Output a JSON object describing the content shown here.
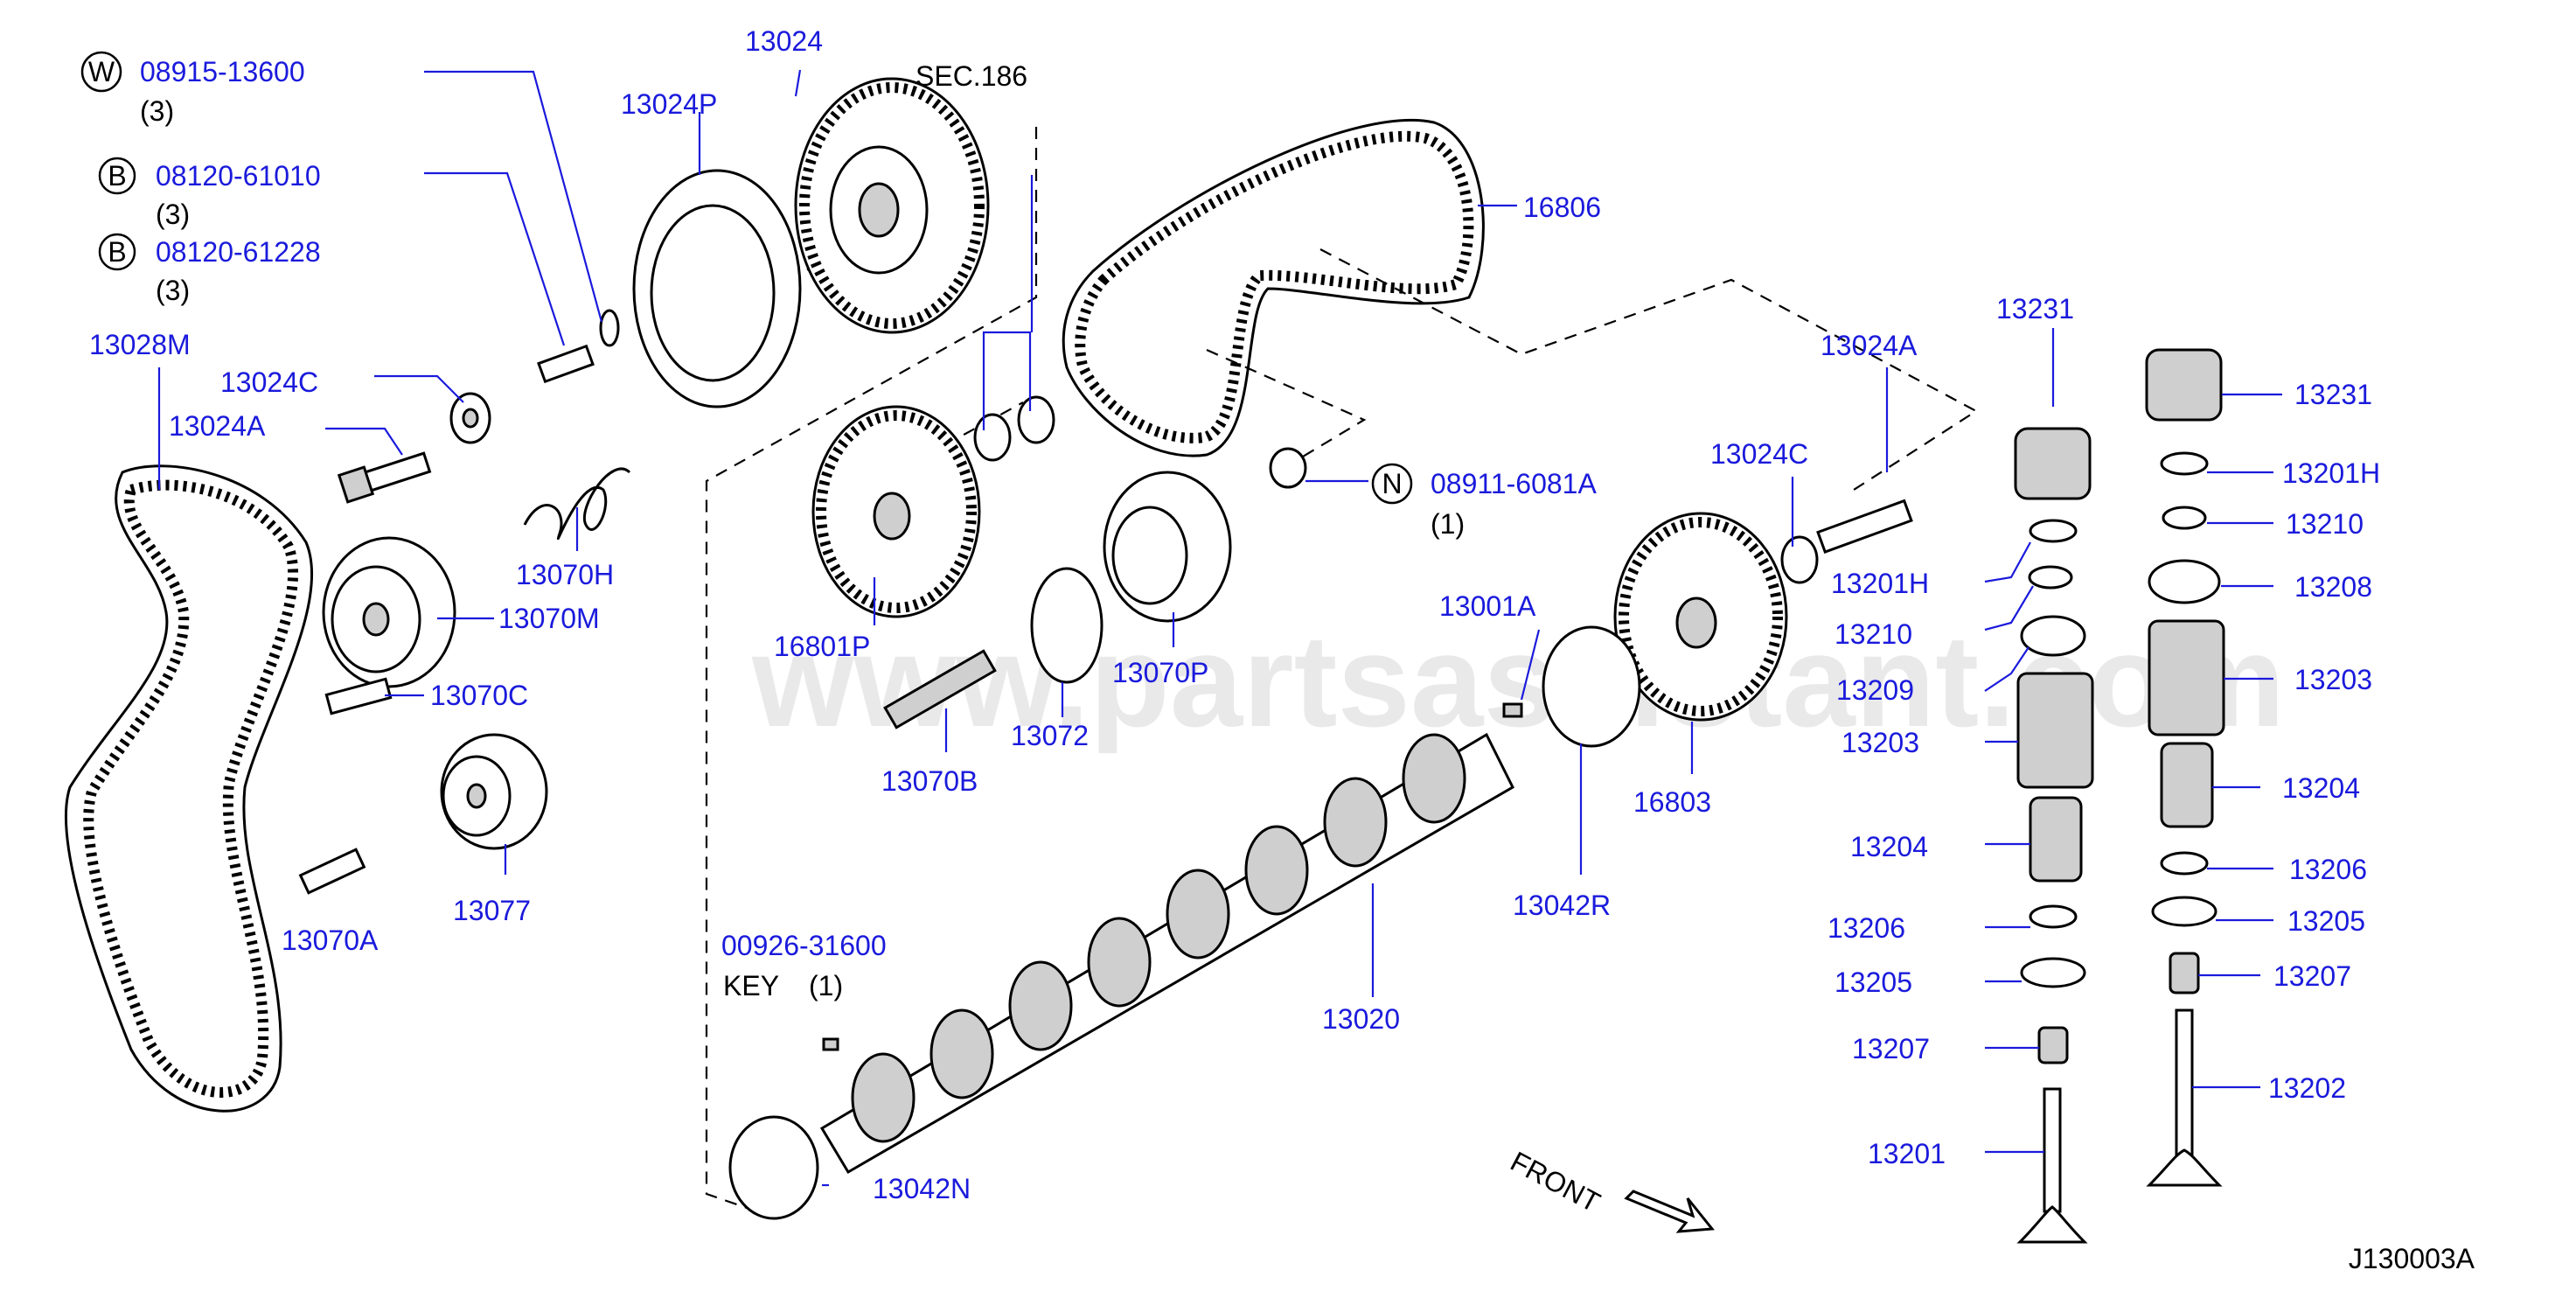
{
  "watermark": "www.partsassistant.com",
  "diagram_id": "J130003A",
  "front_label": "FRONT",
  "sec_ref": "SEC.186",
  "key_label": "KEY",
  "callouts": {
    "w_code": "W",
    "w_part": "08915-13600",
    "w_qty": "(3)",
    "b1_code": "B",
    "b1_part": "08120-61010",
    "b1_qty": "(3)",
    "b2_code": "B",
    "b2_part": "08120-61228",
    "b2_qty": "(3)",
    "n_code": "N",
    "n_part": "08911-6081A",
    "n_qty": "(1)",
    "key_part": "00926-31600",
    "key_qty": "(1)"
  },
  "parts": {
    "p13024": "13024",
    "p13024P": "13024P",
    "p13028M": "13028M",
    "p13024C_left": "13024C",
    "p13024A_left": "13024A",
    "p13070H": "13070H",
    "p13070M": "13070M",
    "p13070C": "13070C",
    "p13077": "13077",
    "p13070A": "13070A",
    "p16806": "16806",
    "p16801P": "16801P",
    "p13070B": "13070B",
    "p13072": "13072",
    "p13070P": "13070P",
    "p13001A": "13001A",
    "p13024A_right": "13024A",
    "p13024C_right": "13024C",
    "p16803": "16803",
    "p13042R": "13042R",
    "p13020": "13020",
    "p13042N": "13042N",
    "l13231": "13231",
    "l13201H": "13201H",
    "l13210": "13210",
    "l13209": "13209",
    "l13203": "13203",
    "l13204": "13204",
    "l13206": "13206",
    "l13205": "13205",
    "l13207": "13207",
    "l13201": "13201",
    "r13231": "13231",
    "r13201H": "13201H",
    "r13210": "13210",
    "r13208": "13208",
    "r13203": "13203",
    "r13204": "13204",
    "r13206": "13206",
    "r13205": "13205",
    "r13207": "13207",
    "r13202": "13202"
  }
}
